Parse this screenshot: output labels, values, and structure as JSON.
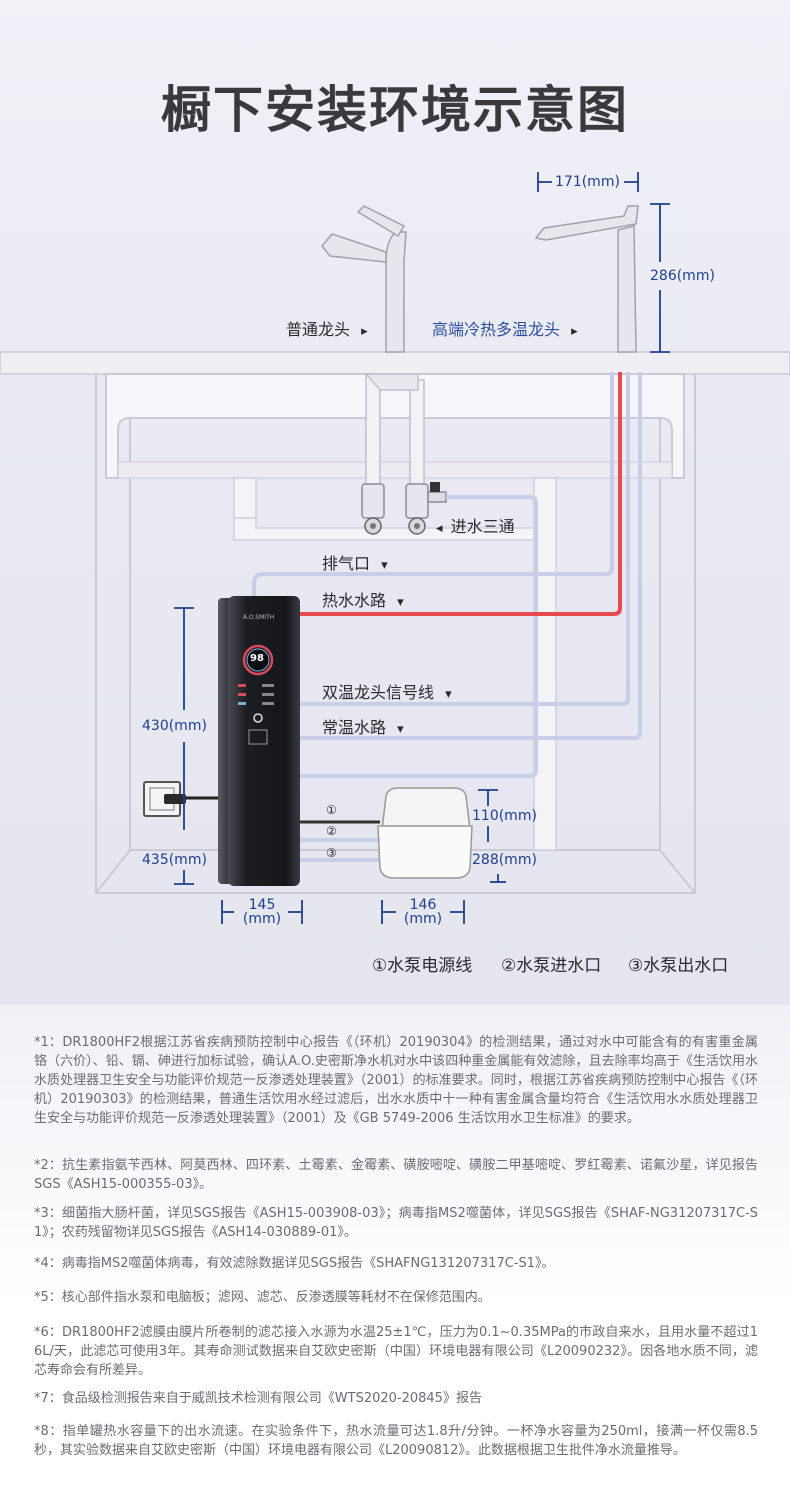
{
  "title": "橱下安装环境示意图",
  "labels": {
    "faucet_normal": "普通龙头",
    "faucet_premium": "高端冷热多温龙头",
    "tee": "进水三通",
    "exhaust": "排气口",
    "hot_line": "热水水路",
    "signal_line": "双温龙头信号线",
    "normal_line": "常温水路",
    "marker_1": "①",
    "marker_2": "②",
    "marker_3": "③",
    "arrow_right": "▸",
    "arrow_left": "◂",
    "arrow_down": "▾"
  },
  "device": {
    "brand": "A.O.SMITH",
    "temp": "98"
  },
  "dimensions": {
    "faucet_width": "171(mm)",
    "faucet_height": "286(mm)",
    "unit_height": "430(mm)",
    "unit_depth": "435(mm)",
    "unit_width_value": "145",
    "unit_width_unit": "(mm)",
    "pump_width_value": "146",
    "pump_width_unit": "(mm)",
    "pump_height": "110(mm)",
    "pump_depth": "288(mm)"
  },
  "legend": {
    "item1": "①水泵电源线",
    "item2": "②水泵进水口",
    "item3": "③水泵出水口"
  },
  "colors": {
    "hot_pipe": "#e84a4f",
    "cold_pipe": "#c8cde8",
    "dimension": "#1f3f8f"
  },
  "notes": [
    "*1：DR1800HF2根据江苏省疾病预防控制中心报告《（环机）20190304》的检测结果，通过对水中可能含有的有害重金属铬（六价）、铅、镉、砷进行加标试验，确认A.O.史密斯净水机对水中该四种重金属能有效滤除，且去除率均高于《生活饮用水水质处理器卫生安全与功能评价规范一反渗透处理装置》（2001）的标准要求。同时，根据江苏省疾病预防控制中心报告《（环机）20190303》的检测结果，普通生活饮用水经过滤后，出水水质中十一种有害金属含量均符合《生活饮用水水质处理器卫生安全与功能评价规范一反渗透处理装置》（2001）及《GB 5749-2006 生活饮用水卫生标准》的要求。",
    "*2：抗生素指氨苄西林、阿莫西林、四环素、土霉素、金霉素、磺胺嘧啶、磺胺二甲基嘧啶、罗红霉素、诺氟沙星，详见报告SGS《ASH15-000355-03》。",
    "*3：细菌指大肠杆菌，详见SGS报告《ASH15-003908-03》；病毒指MS2噬菌体，详见SGS报告《SHAF-NG31207317C-S1》；农药残留物详见SGS报告《ASH14-030889-01》。",
    "*4：病毒指MS2噬菌体病毒，有效滤除数据详见SGS报告《SHAFNG131207317C-S1》。",
    "*5：核心部件指水泵和电脑板；滤网、滤芯、反渗透膜等耗材不在保修范围内。",
    "*6：DR1800HF2滤膜由膜片所卷制的滤芯接入水源为水温25±1℃，压力为0.1~0.35MPa的市政自来水，且用水量不超过16L/天，此滤芯可使用3年。其寿命测试数据来自艾欧史密斯（中国）环境电器有限公司《L20090232》。因各地水质不同，滤芯寿命会有所差异。",
    "*7：食品级检测报告来自于威凯技术检测有限公司《WTS2020-20845》报告",
    "*8：指单罐热水容量下的出水流速。在实验条件下，热水流量可达1.8升/分钟。一杯净水容量为250ml，接满一杯仅需8.5秒，其实验数据来自艾欧史密斯（中国）环境电器有限公司《L20090812》。此数据根据卫生批件净水流量推导。"
  ]
}
